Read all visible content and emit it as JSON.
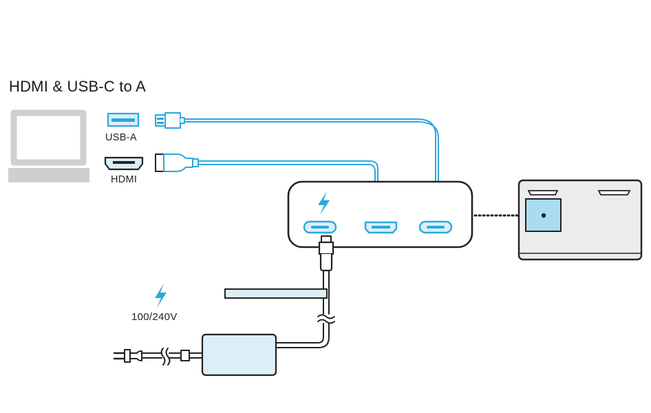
{
  "title": "HDMI & USB-C to A",
  "ports": {
    "usb_a_label": "USB-A",
    "hdmi_label": "HDMI"
  },
  "power": {
    "voltage_label": "100/240V"
  },
  "colors": {
    "cable_blue": "#2aa8dc",
    "port_fill": "#dceef9",
    "laptop_gray": "#cfcfcf",
    "outline": "#222222"
  }
}
